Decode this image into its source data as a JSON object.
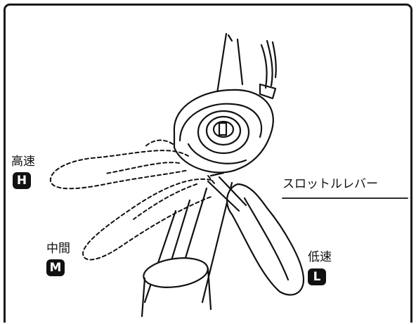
{
  "labels": {
    "throttle_lever": "スロットルレバー",
    "high": {
      "jp": "高速",
      "letter": "H"
    },
    "medium": {
      "jp": "中間",
      "letter": "M"
    },
    "low": {
      "jp": "低速",
      "letter": "L"
    }
  },
  "colors": {
    "ink": "#111111",
    "badge_bg": "#111111",
    "badge_text": "#ffffff"
  }
}
